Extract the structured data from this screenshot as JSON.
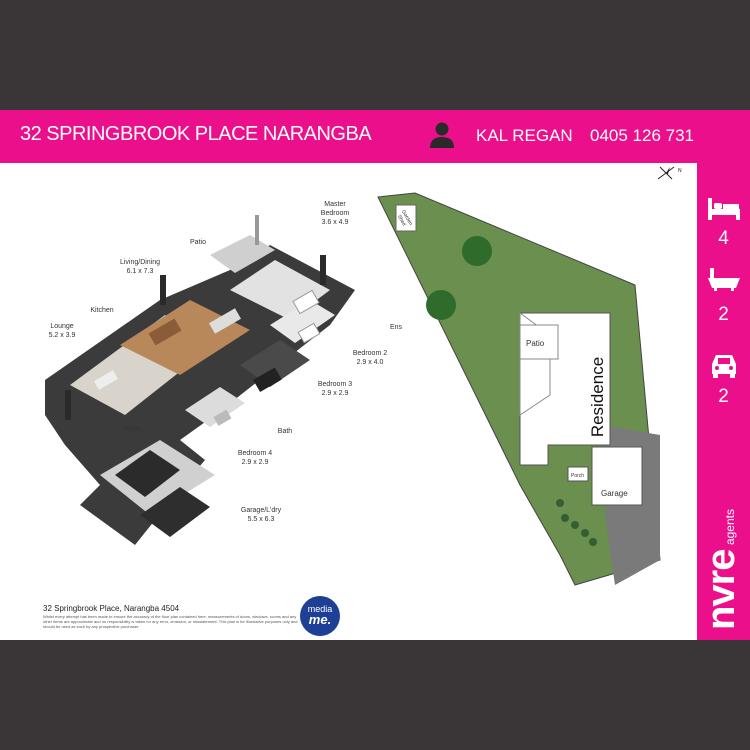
{
  "header": {
    "title": "32 SPRINGBROOK PLACE NARANGBA",
    "agent_name": "KAL REGAN",
    "agent_phone": "0405 126 731"
  },
  "sidebar": {
    "stats": [
      {
        "icon": "bed-icon",
        "value": "4"
      },
      {
        "icon": "bath-icon",
        "value": "2"
      },
      {
        "icon": "car-icon",
        "value": "2"
      }
    ],
    "brand": "nvre",
    "brand_suffix": "agents"
  },
  "floorplan": {
    "rooms": [
      {
        "name": "Master Bedroom",
        "line1": "Master",
        "line2": "Bedroom",
        "size": "3.6 x 4.9"
      },
      {
        "name": "Patio",
        "line1": "Patio",
        "line2": "",
        "size": ""
      },
      {
        "name": "Living/Dining",
        "line1": "Living/Dining",
        "line2": "",
        "size": "6.1 x 7.3"
      },
      {
        "name": "Kitchen",
        "line1": "Kitchen",
        "line2": "",
        "size": ""
      },
      {
        "name": "Lounge",
        "line1": "Lounge",
        "line2": "",
        "size": "5.2 x 3.9"
      },
      {
        "name": "Ens",
        "line1": "Ens",
        "line2": "",
        "size": ""
      },
      {
        "name": "Bedroom 2",
        "line1": "Bedroom 2",
        "line2": "",
        "size": "2.9 x 4.0"
      },
      {
        "name": "Bedroom 3",
        "line1": "Bedroom 3",
        "line2": "",
        "size": "2.9 x 2.9"
      },
      {
        "name": "Bath",
        "line1": "Bath",
        "line2": "",
        "size": ""
      },
      {
        "name": "Entry",
        "line1": "Entry",
        "line2": "",
        "size": ""
      },
      {
        "name": "Bedroom 4",
        "line1": "Bedroom 4",
        "line2": "",
        "size": "2.9 x 2.9"
      },
      {
        "name": "Garage/L'dry",
        "line1": "Garage/L'dry",
        "line2": "",
        "size": "5.5 x 6.3"
      }
    ]
  },
  "siteplan": {
    "labels": {
      "garden_shed": "Garden Shed",
      "patio": "Patio",
      "residence": "Residence",
      "porch": "Porch",
      "garage": "Garage"
    },
    "compass": "N"
  },
  "footer": {
    "address": "32 Springbrook Place, Narangba 4504",
    "disclaimer": "Whilst every attempt has been made to ensure the accuracy of the floor plan contained here, measurements of doors, windows, rooms and any other items are approximate and no responsibility is taken for any error, omission, or misstatement. This plan is for illustrative purposes only and should be used as such by any prospective purchaser.",
    "logo_top": "media",
    "logo_bottom": "me."
  },
  "colors": {
    "brand_pink": "#ec0f8c",
    "background": "#3a3536",
    "lawn": "#6b8f4e"
  }
}
